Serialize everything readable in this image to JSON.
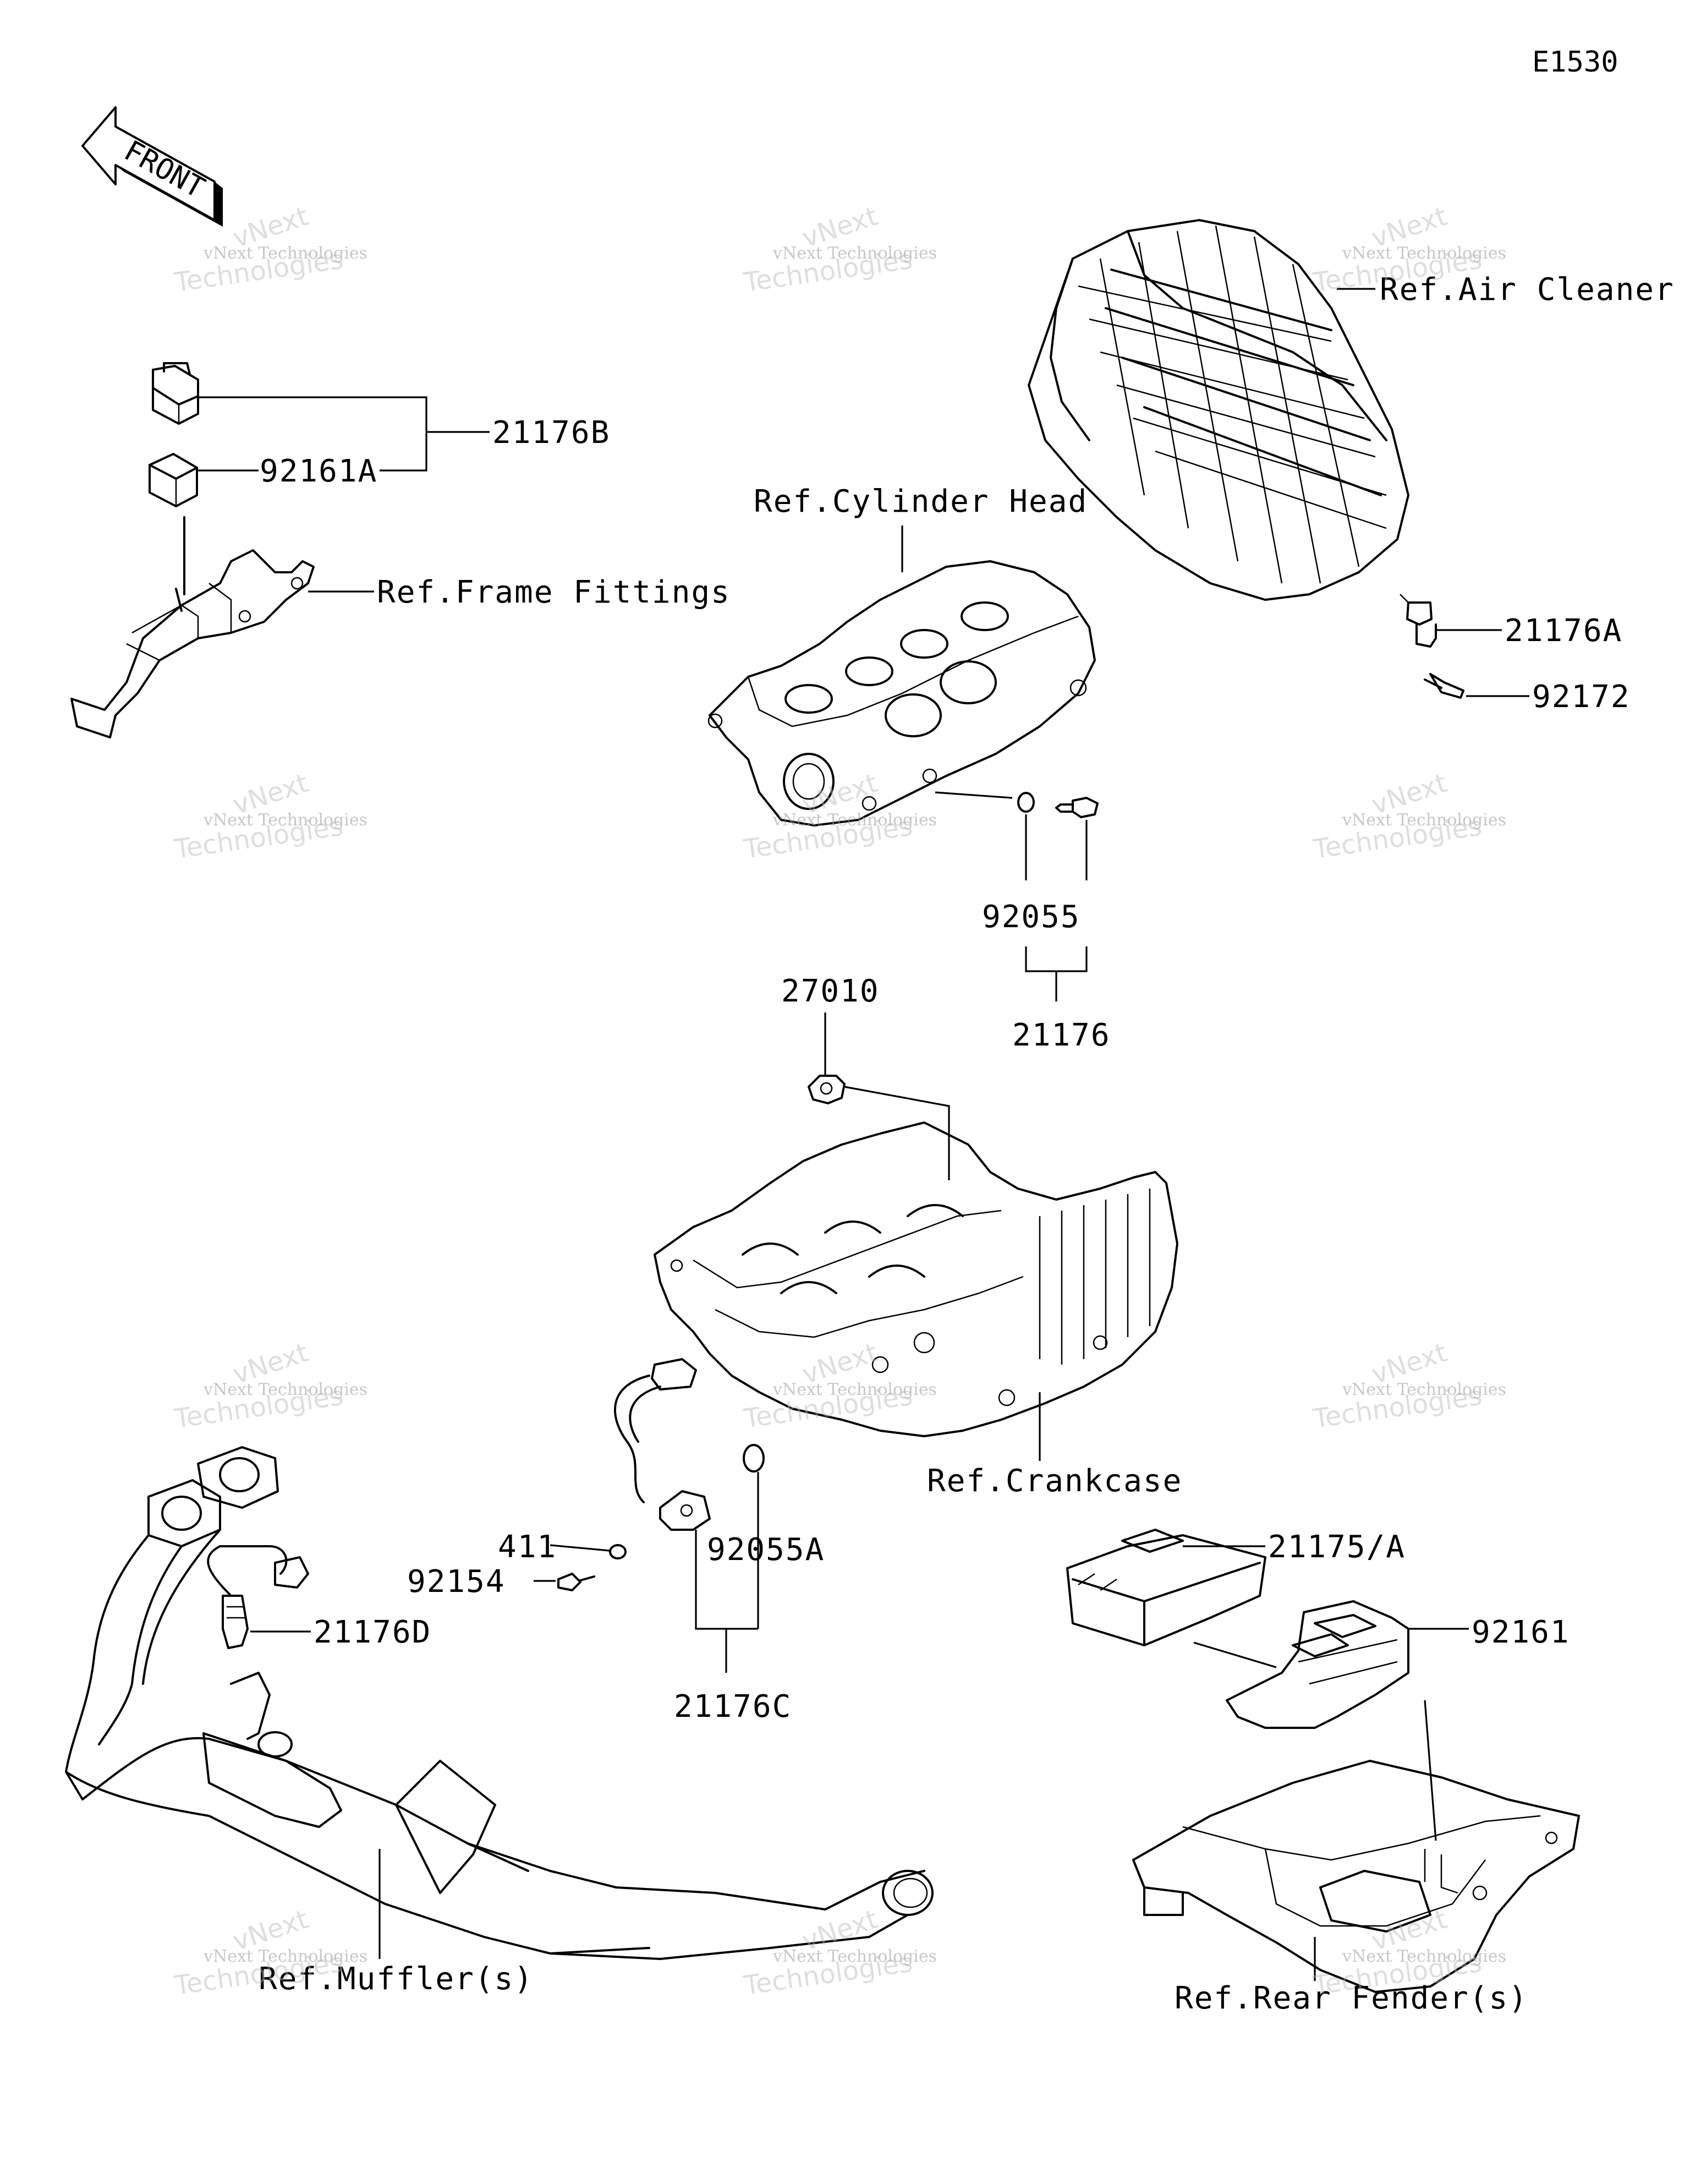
{
  "diagram_code": "E1530",
  "front_arrow_text": "FRONT",
  "watermark": {
    "line1": "vNext Technologies",
    "line2": "vNext",
    "line3": "Technologies"
  },
  "labels": {
    "ref_air_cleaner": "Ref.Air Cleaner",
    "ref_cylinder_head": "Ref.Cylinder Head",
    "ref_frame_fittings": "Ref.Frame Fittings",
    "ref_crankcase": "Ref.Crankcase",
    "ref_mufflers": "Ref.Muffler(s)",
    "ref_rear_fenders": "Ref.Rear Fender(s)"
  },
  "part_numbers": {
    "p21176B": "21176B",
    "p92161A": "92161A",
    "p21176A": "21176A",
    "p92172": "92172",
    "p92055": "92055",
    "p21176": "21176",
    "p27010": "27010",
    "p411": "411",
    "p92154": "92154",
    "p92055A": "92055A",
    "p21176C": "21176C",
    "p21176D": "21176D",
    "p21175A": "21175/A",
    "p92161": "92161"
  }
}
